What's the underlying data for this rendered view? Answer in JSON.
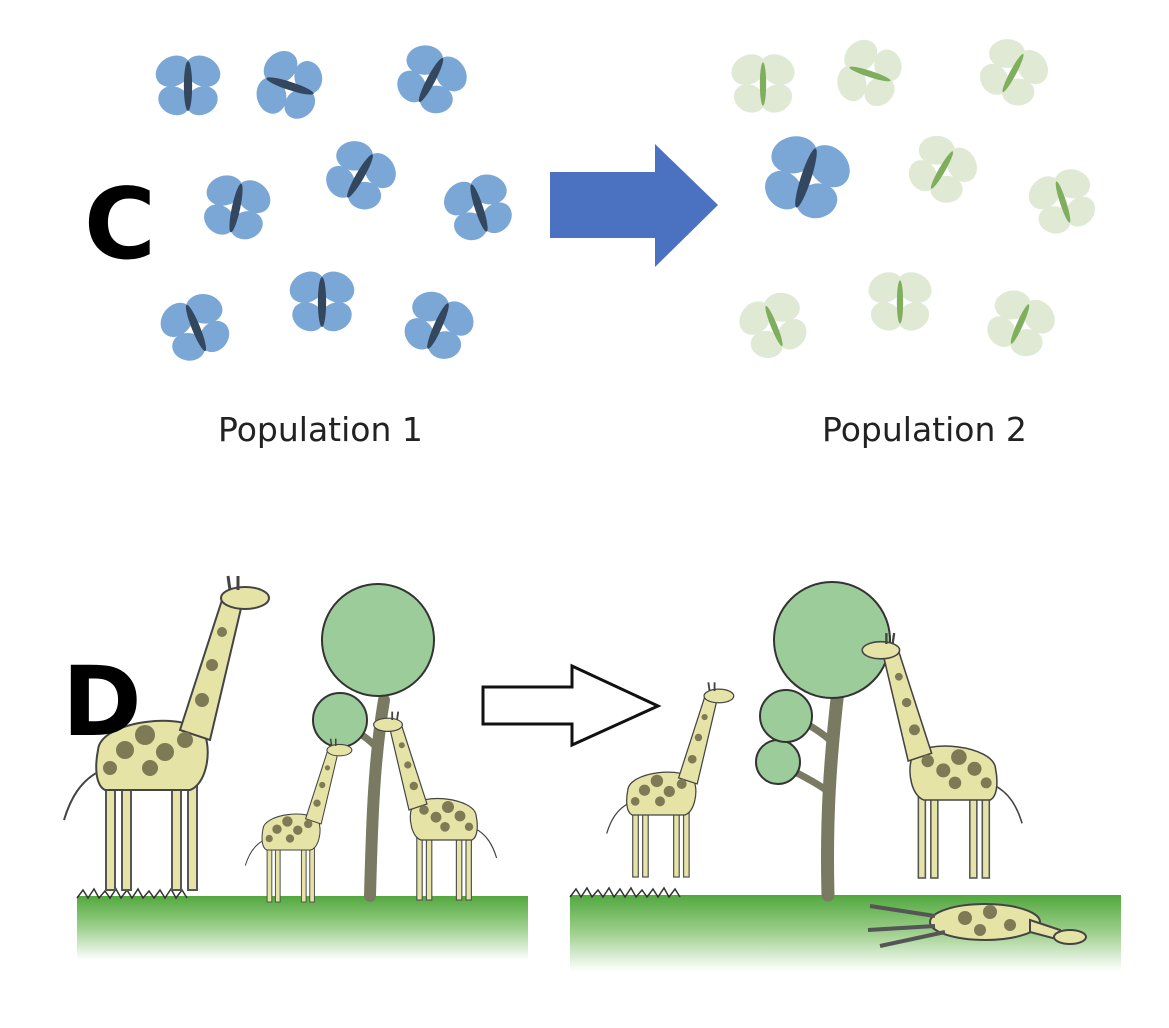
{
  "panels": {
    "c": {
      "letter": "C",
      "population_1_label": "Population 1",
      "population_2_label": "Population 2"
    },
    "d": {
      "letter": "D"
    }
  },
  "colors": {
    "blue_wing": "#7ba7d6",
    "blue_body": "#33475e",
    "green_wing": "#dfe9d4",
    "green_body": "#7fae5c",
    "blue_arrow": "#4a72c0",
    "tree_canopy": "#9ccc9a",
    "tree_trunk": "#7a7a62",
    "grass": "#5fb04a",
    "giraffe_base": "#e6e3a6",
    "giraffe_spots": "#7d7a55"
  },
  "icons": [
    "butterfly-icon",
    "arrow-right-icon",
    "giraffe-icon",
    "tree-icon"
  ]
}
